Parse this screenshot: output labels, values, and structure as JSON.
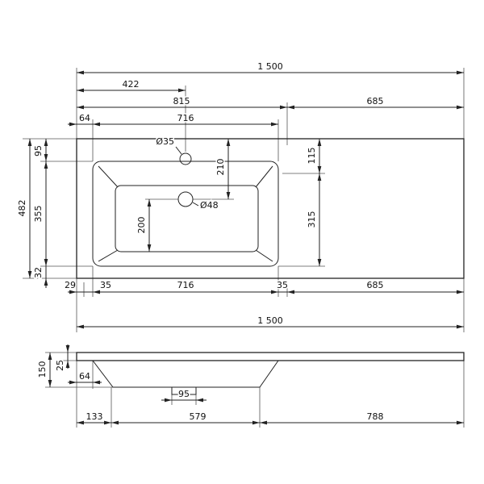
{
  "page": {
    "background": "#ffffff",
    "line_color": "#222222"
  },
  "top_view": {
    "overall_width": "1 500",
    "faucet_center_from_left": "422",
    "basin_zone_width": "815",
    "shelf_width_top": "685",
    "rim_offset_left": "64",
    "basin_outer_width": "716",
    "faucet_hole_diameter": "Ø35",
    "faucet_to_drain": "210",
    "right_offset_top": "115",
    "right_basin_depth": "315",
    "drain_to_basin_front": "200",
    "drain_diameter": "Ø48",
    "rim_offset_back": "95",
    "overall_depth": "482",
    "basin_outer_depth": "355",
    "rim_offset_front": "32",
    "bottom_offset_29": "29",
    "bottom_offset_35_left": "35",
    "basin_outer_width_bottom": "716",
    "bottom_offset_35_right": "35",
    "shelf_width_bottom": "685"
  },
  "between_views": {
    "overall_width": "1 500"
  },
  "front_view": {
    "overall_height": "150",
    "top_thickness": "25",
    "rim_offset_left": "64",
    "drain_width": "95",
    "bottom_left_offset": "133",
    "bowl_bottom_width": "579",
    "bottom_right_width": "788"
  }
}
